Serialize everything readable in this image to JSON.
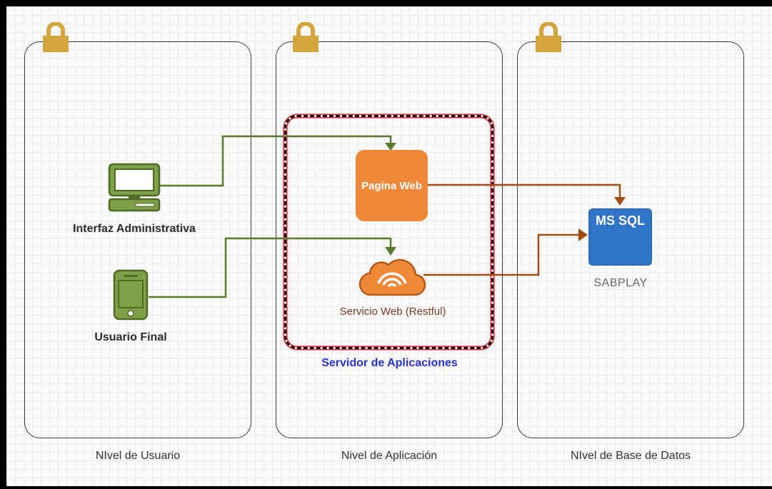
{
  "tiers": [
    {
      "label": "NIvel de Usuario"
    },
    {
      "label": "Nivel de Aplicación"
    },
    {
      "label": "NIvel de Base de Datos"
    }
  ],
  "server": {
    "label": "Servidor de Aplicaciones"
  },
  "nodes": {
    "admin": {
      "label": "Interfaz Administrativa",
      "icon": "desktop-computer-icon"
    },
    "user": {
      "label": "Usuario Final",
      "icon": "mobile-phone-icon"
    },
    "web_page": {
      "label": "Pagina Web"
    },
    "web_service": {
      "label": "Servicio Web (Restful)",
      "icon": "cloud-wifi-icon"
    },
    "db": {
      "label": "MS SQL",
      "caption": "SABPLAY"
    }
  },
  "colors": {
    "green_connector": "#5b7a2e",
    "brown_connector": "#a04d14",
    "lock": "#d4a53c",
    "web_box": "#f0883a",
    "sql_box": "#2f74c6",
    "server_label": "#2432d6"
  }
}
